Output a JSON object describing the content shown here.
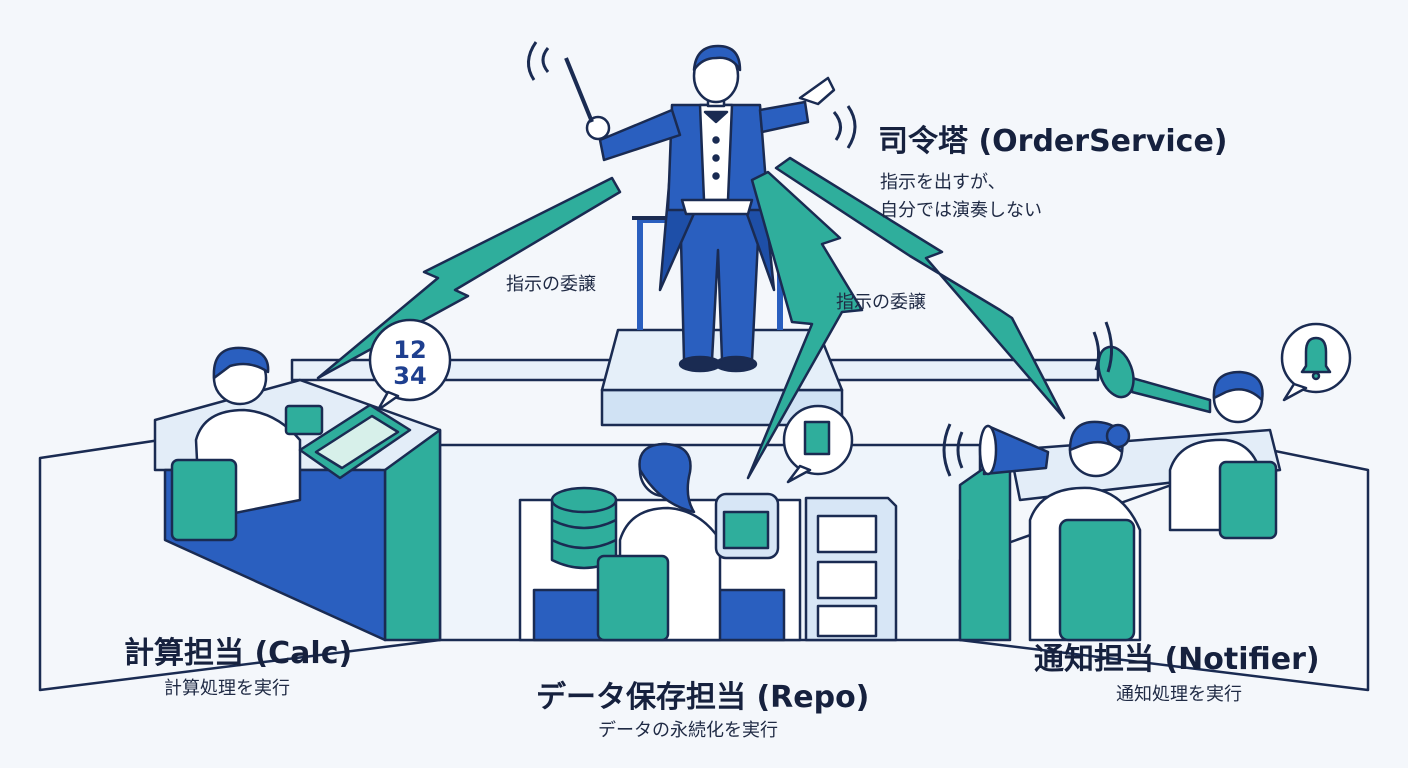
{
  "conductor": {
    "title": "司令塔 (OrderService)",
    "desc_line1": "指示を出すが、",
    "desc_line2": "自分では演奏しない"
  },
  "delegation_left": "指示の委譲",
  "delegation_right": "指示の委譲",
  "calc": {
    "title": "計算担当 (Calc)",
    "desc": "計算処理を実行",
    "bubble_line1": "12",
    "bubble_line2": "34"
  },
  "repo": {
    "title": "データ保存担当 (Repo)",
    "desc": "データの永続化を実行"
  },
  "notifier": {
    "title": "通知担当 (Notifier)",
    "desc": "通知処理を実行"
  },
  "icons": {
    "calc_bubble": "number-bubble-icon",
    "repo_bubble": "document-icon",
    "notifier_bubble": "bell-icon"
  },
  "colors": {
    "navy": "#1a2b52",
    "blue": "#2a5fbf",
    "teal": "#2fae9c",
    "light": "#d7e6f6"
  }
}
